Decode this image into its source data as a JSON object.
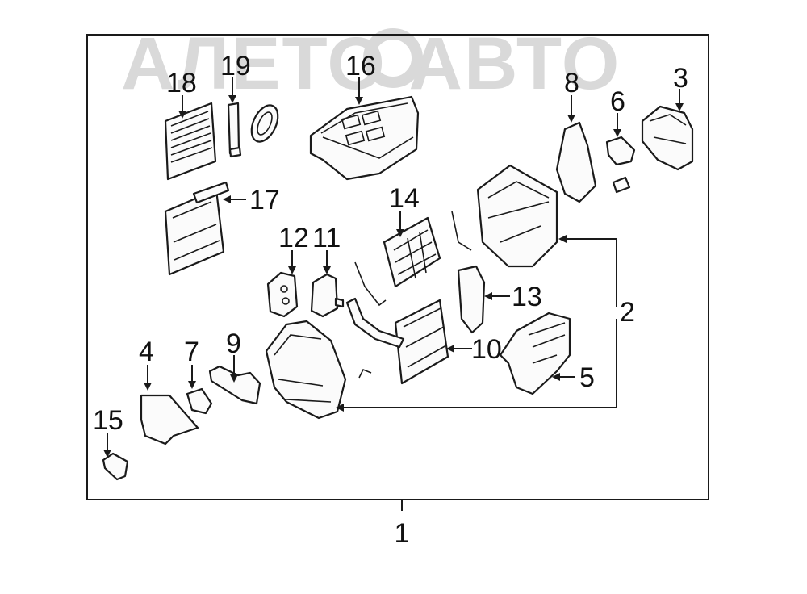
{
  "watermark": {
    "text": "АЛЕТО АВТО"
  },
  "callouts": {
    "n1": "1",
    "n2": "2",
    "n3": "3",
    "n4": "4",
    "n5": "5",
    "n6": "6",
    "n7": "7",
    "n8": "8",
    "n9": "9",
    "n10": "10",
    "n11": "11",
    "n12": "12",
    "n13": "13",
    "n14": "14",
    "n15": "15",
    "n16": "16",
    "n17": "17",
    "n18": "18",
    "n19": "19"
  }
}
